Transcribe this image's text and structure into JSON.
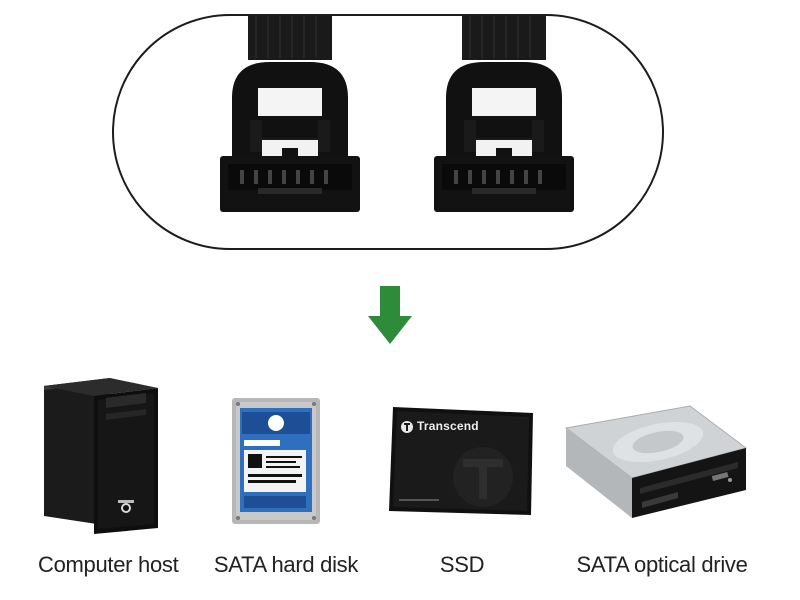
{
  "colors": {
    "arrow": "#2e8b3a",
    "connector": "#111111",
    "caption": "#222222"
  },
  "icons": {
    "connectors": "sata-latch-connector-icon",
    "arrow": "arrow-down-icon"
  },
  "devices": [
    {
      "id": "computer-host",
      "label": "Computer host",
      "icon": "desktop-tower-icon",
      "brand": ""
    },
    {
      "id": "sata-hard-disk",
      "label": "SATA hard disk",
      "icon": "hard-disk-icon",
      "brand": ""
    },
    {
      "id": "ssd",
      "label": "SSD",
      "icon": "ssd-icon",
      "brand": "Transcend"
    },
    {
      "id": "sata-optical-drive",
      "label": "SATA optical drive",
      "icon": "optical-drive-icon",
      "brand": ""
    }
  ]
}
